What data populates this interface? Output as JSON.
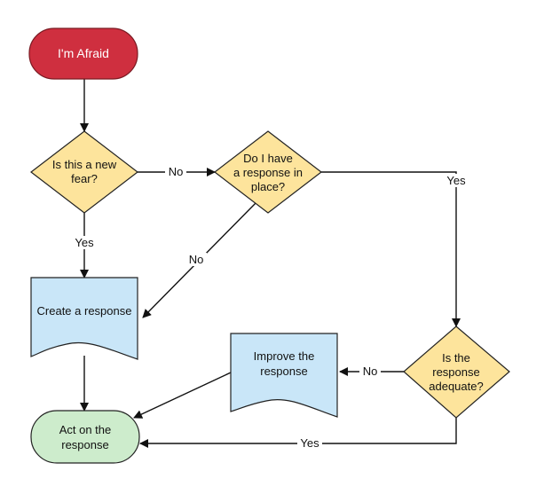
{
  "colors": {
    "start": "#cf2f3f",
    "start_stroke": "#7a1a22",
    "decision": "#fde49c",
    "decision_stroke": "#222222",
    "document": "#c9e6f8",
    "document_stroke": "#222222",
    "end": "#cdeccc",
    "end_stroke": "#222222",
    "line": "#111111"
  },
  "nodes": {
    "start": {
      "label": "I'm Afraid"
    },
    "new_fear": {
      "lines": [
        "Is this a new",
        "fear?"
      ]
    },
    "have_response": {
      "lines": [
        "Do I have",
        "a response in",
        "place?"
      ]
    },
    "create": {
      "label": "Create a response"
    },
    "improve": {
      "lines": [
        "Improve the",
        "response"
      ]
    },
    "adequate": {
      "lines": [
        "Is the",
        "response",
        "adequate?"
      ]
    },
    "act": {
      "lines": [
        "Act on the",
        "response"
      ]
    }
  },
  "edges": {
    "new_to_have_no": "No",
    "new_to_create_yes": "Yes",
    "have_to_create_no": "No",
    "have_to_adequate_yes": "Yes",
    "adequate_to_improve_no": "No",
    "adequate_to_act_yes": "Yes"
  }
}
